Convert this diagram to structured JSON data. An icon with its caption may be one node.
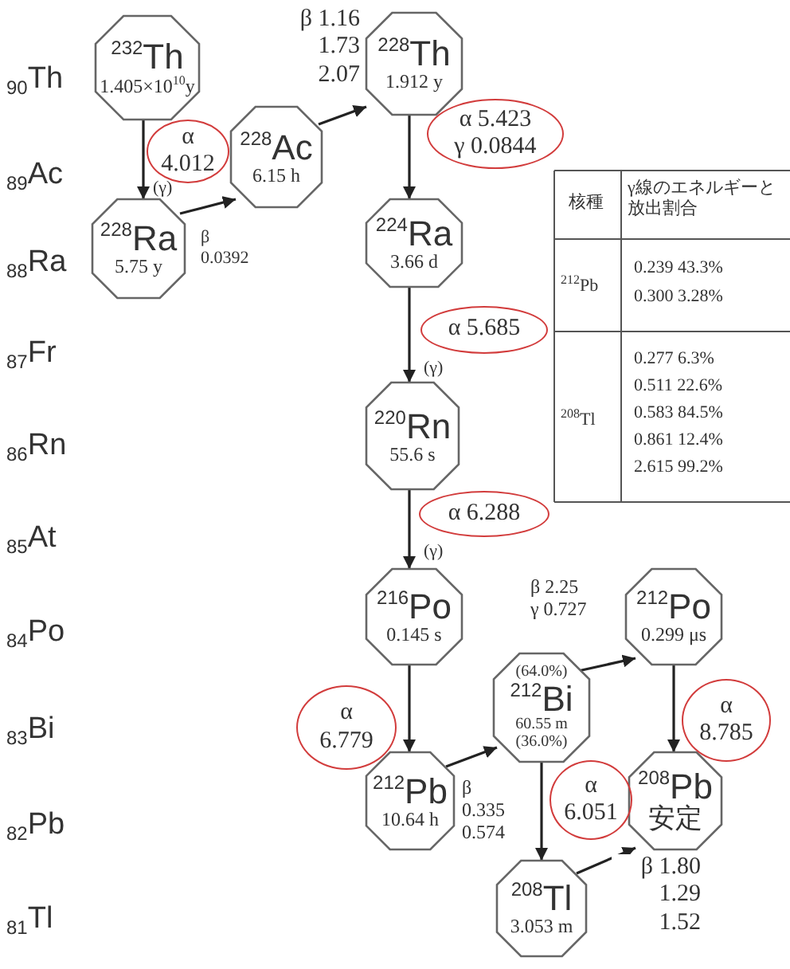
{
  "diagram": {
    "nodes": [
      {
        "text": [
          "$^{232}$Th",
          "1.405×10$^{10}$y"
        ]
      },
      {
        "text": [
          "$^{228}$Ac",
          "6.15 h"
        ]
      },
      {
        "text": [
          "$^{228}$Ra",
          "5.75 y"
        ]
      },
      {
        "text": [
          "$^{228}$Th",
          "1.912 y"
        ]
      },
      {
        "text": [
          "$^{224}$Ra",
          "3.66 d"
        ]
      },
      {
        "text": [
          "$^{220}$Rn",
          "55.6 s"
        ]
      },
      {
        "text": [
          "$^{216}$Po",
          "0.145 s"
        ]
      },
      {
        "text": [
          "$^{212}$Pb",
          "10.64 h"
        ]
      },
      {
        "text": [
          "(64.0%)",
          "$^{212}$Bi",
          "60.55 m",
          "(36.0%)"
        ]
      },
      {
        "text": [
          "$^{212}$Po",
          "0.299 μs"
        ]
      },
      {
        "text": [
          "$^{208}$Pb",
          "安定"
        ]
      },
      {
        "text": [
          "$^{208}$Tl",
          "3.053 m"
        ]
      }
    ],
    "edges": [
      {
        "from": 0,
        "to": 2,
        "arrow": "to",
        "label": "α 4.012"
      },
      {
        "from": 2,
        "to": 1,
        "arrow": "to",
        "label": "β 0.0392"
      },
      {
        "from": 1,
        "to": 3,
        "arrow": "to",
        "label": "β 1.16 1.73 2.07"
      },
      {
        "from": 3,
        "to": 4,
        "arrow": "to",
        "label": "α 5.423 γ 0.0844"
      },
      {
        "from": 4,
        "to": 5,
        "arrow": "to",
        "label": "α 5.685"
      },
      {
        "from": 5,
        "to": 6,
        "arrow": "to",
        "label": "α 6.288"
      },
      {
        "from": 6,
        "to": 7,
        "arrow": "to",
        "label": "α 6.779"
      },
      {
        "from": 7,
        "to": 8,
        "arrow": "to",
        "label": "β 0.335 0.574"
      },
      {
        "from": 8,
        "to": 9,
        "arrow": "to",
        "label": "β 2.25 γ 0.727"
      },
      {
        "from": 8,
        "to": 11,
        "arrow": "to",
        "label": "α 6.051"
      },
      {
        "from": 9,
        "to": 10,
        "arrow": "to",
        "label": "α 8.785"
      },
      {
        "from": 11,
        "to": 10,
        "arrow": "to",
        "label": "β 1.80 1.29 1.52"
      }
    ],
    "labels": [
      "$_{90}$Th",
      "$_{89}$Ac",
      "$_{88}$Ra",
      "$_{87}$Fr",
      "$_{86}$Rn",
      "$_{85}$At",
      "$_{84}$Po",
      "$_{83}$Bi",
      "$_{82}$Pb",
      "$_{81}$Tl",
      "(γ)",
      "(γ)",
      "(γ)",
      "核種",
      "γ線のエネルギーと放出割合",
      "$^{212}$Pb",
      "0.239 43.3%",
      "0.300 3.28%",
      "$^{208}$Tl",
      "0.277 6.3%",
      "0.511 22.6%",
      "0.583 84.5%",
      "0.861 12.4%",
      "2.615 99.2%"
    ]
  }
}
